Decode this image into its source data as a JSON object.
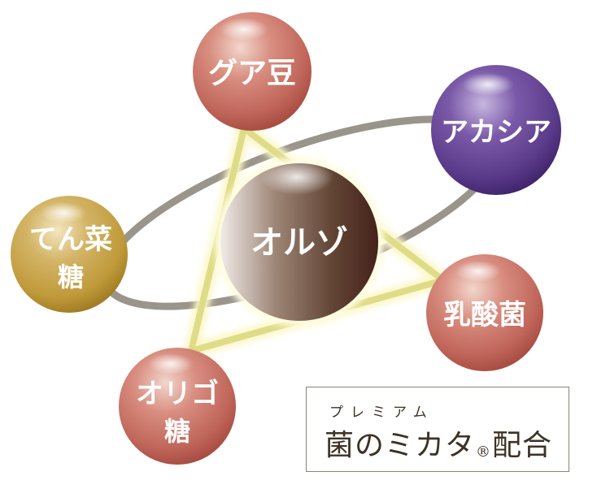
{
  "diagram": {
    "center": {
      "label": "オルゾ",
      "color": "#5a3d2e"
    },
    "nodes": [
      {
        "id": "guar",
        "label": "グア豆",
        "color": "#c0655a"
      },
      {
        "id": "acacia",
        "label": "アカシア",
        "color": "#5a3a8a"
      },
      {
        "id": "beet",
        "label_line1": "てん菜",
        "label_line2": "糖",
        "color": "#c09a3a"
      },
      {
        "id": "lactic",
        "label": "乳酸菌",
        "color": "#c0655a"
      },
      {
        "id": "oligo",
        "label_line1": "オリゴ",
        "label_line2": "糖",
        "color": "#c0655a"
      }
    ],
    "connectors": {
      "ring_color": "#9a958a",
      "triangle_color": "#dfdc88"
    }
  },
  "brand": {
    "subtitle": "プレミアム",
    "title_part1": "菌のミカタ",
    "registered_mark": "®",
    "title_part2": "配合"
  }
}
